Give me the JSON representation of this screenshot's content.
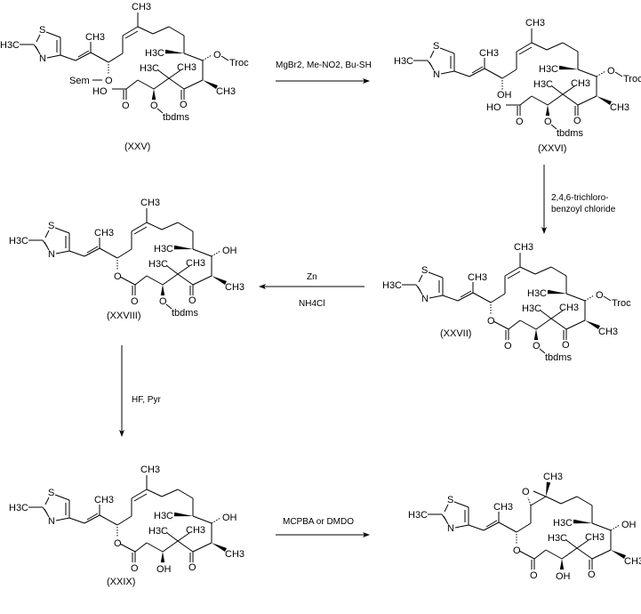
{
  "reagents": {
    "step1": "MgBr2, Me-NO2, Bu-SH",
    "step2_line1": "2,4,6-trichloro-",
    "step2_line2": "benzoyl chloride",
    "step3_top": "Zn",
    "step3_bottom": "NH4Cl",
    "step4": "HF,  Pyr",
    "step5": "MCPBA or DMDO"
  },
  "atoms": {
    "methyl": "CH3",
    "methyl_left": "H3C",
    "sulfur": "S",
    "nitrogen": "N",
    "oxygen": "O",
    "hydroxyl": "OH",
    "acid_hydroxyl": "HO"
  },
  "compounds": [
    {
      "label": "(XXV)",
      "ring": "open",
      "epoxide": false,
      "c15": "Sem",
      "c7": "Troc",
      "c3": "tbdms"
    },
    {
      "label": "(XXVI)",
      "ring": "open",
      "epoxide": false,
      "c15": "OH",
      "c7": "Troc",
      "c3": "tbdms"
    },
    {
      "label": "(XXVII)",
      "ring": "lactone",
      "epoxide": false,
      "c15": null,
      "c7": "Troc",
      "c3": "tbdms"
    },
    {
      "label": "(XXVIII)",
      "ring": "lactone",
      "epoxide": false,
      "c15": null,
      "c7": "OH",
      "c3": "tbdms"
    },
    {
      "label": "(XXIX)",
      "ring": "lactone",
      "epoxide": false,
      "c15": null,
      "c7": "OH",
      "c3": "OH"
    },
    {
      "label": "",
      "ring": "lactone",
      "epoxide": true,
      "c15": null,
      "c7": "OH",
      "c3": "OH"
    }
  ]
}
